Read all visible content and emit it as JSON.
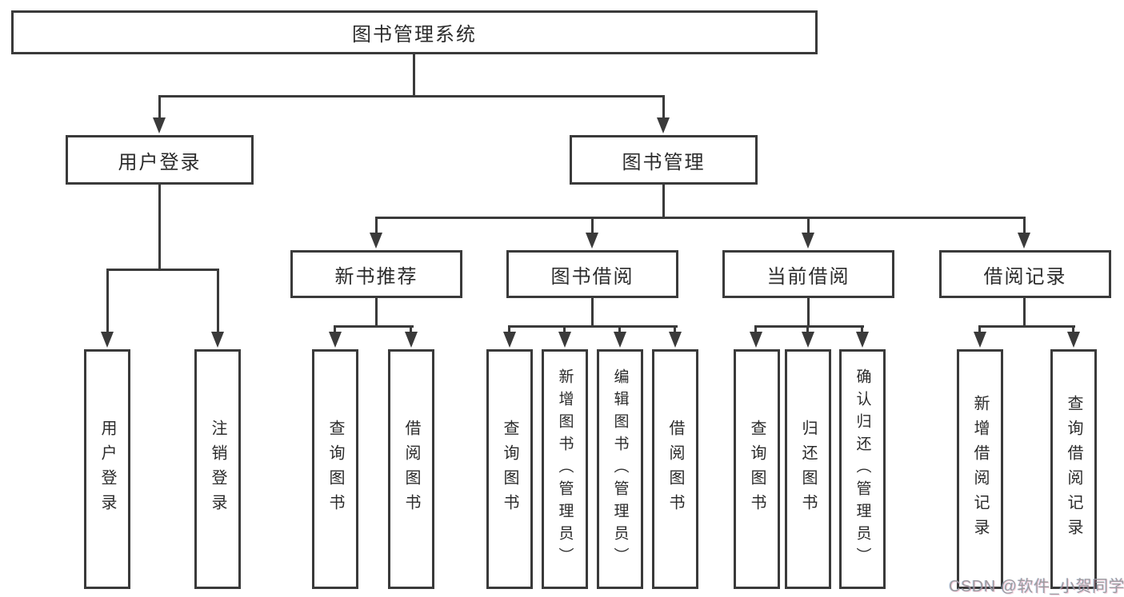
{
  "diagram": {
    "root": {
      "label": "图书管理系统"
    },
    "branches": [
      {
        "label": "用户登录",
        "children": [
          {
            "label": "用户登录"
          },
          {
            "label": "注销登录"
          }
        ]
      },
      {
        "label": "图书管理",
        "children": [
          {
            "label": "新书推荐",
            "children": [
              {
                "label": "查询图书"
              },
              {
                "label": "借阅图书"
              }
            ]
          },
          {
            "label": "图书借阅",
            "children": [
              {
                "label": "查询图书"
              },
              {
                "label": "新增图书（管理员）"
              },
              {
                "label": "编辑图书（管理员）"
              },
              {
                "label": "借阅图书"
              }
            ]
          },
          {
            "label": "当前借阅",
            "children": [
              {
                "label": "查询图书"
              },
              {
                "label": "归还图书"
              },
              {
                "label": "确认归还（管理员）"
              }
            ]
          },
          {
            "label": "借阅记录",
            "children": [
              {
                "label": "新增借阅记录"
              },
              {
                "label": "查询借阅记录"
              }
            ]
          }
        ]
      }
    ],
    "watermark": {
      "text": "CSDN @软件_小贺同学"
    },
    "colors": {
      "line": "#3a3a3a",
      "box_border": "#3a3a3a",
      "text": "#2b2b2b",
      "watermark": "#969698",
      "background": "#ffffff"
    }
  }
}
